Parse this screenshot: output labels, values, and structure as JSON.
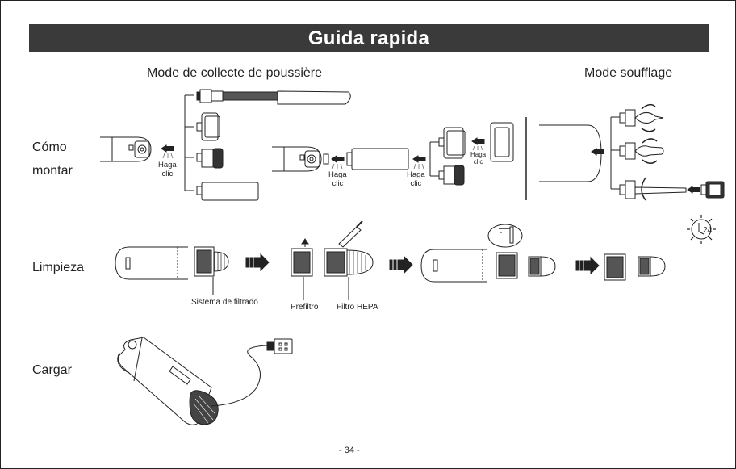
{
  "header": {
    "title": "Guida rapida"
  },
  "modes": {
    "dust": "Mode de collecte de poussière",
    "blow": "Mode soufflage"
  },
  "rows": {
    "mount": [
      "Cómo",
      "montar"
    ],
    "clean": "Limpieza",
    "charge": "Cargar"
  },
  "click_labels": [
    [
      "Haga",
      "clic"
    ],
    [
      "Haga",
      "clic"
    ],
    [
      "Haga",
      "clic"
    ],
    [
      "Haga",
      "clic"
    ]
  ],
  "captions": {
    "filter_system": "Sistema de filtrado",
    "prefilter": "Prefiltro",
    "hepa": "Filtro HEPA"
  },
  "timer_label": "24",
  "footer": {
    "page": "- 34 -"
  },
  "icons": [
    "click-arrow-icon",
    "step-arrow-icon",
    "clock-24-icon",
    "water-tap-icon",
    "brush-icon",
    "usb-plug-icon"
  ]
}
